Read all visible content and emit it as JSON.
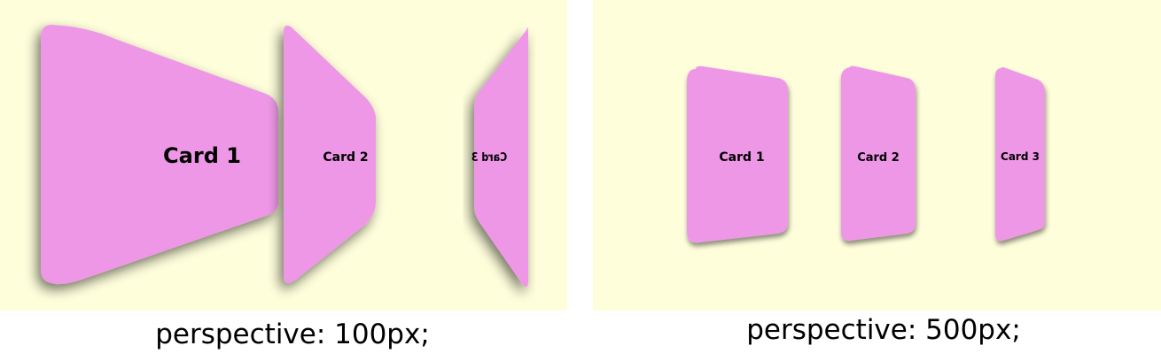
{
  "colors": {
    "background": "#fefedb",
    "card_fill": "#ee97e6",
    "card_text": "#000000",
    "shadow": "#000000"
  },
  "panels": [
    {
      "caption": "perspective: 100px;",
      "cards": [
        {
          "label": "Card 1"
        },
        {
          "label": "Card 2"
        },
        {
          "label": "Card 3"
        }
      ]
    },
    {
      "caption": "perspective: 500px;",
      "cards": [
        {
          "label": "Card 1"
        },
        {
          "label": "Card 2"
        },
        {
          "label": "Card 3"
        }
      ]
    }
  ]
}
